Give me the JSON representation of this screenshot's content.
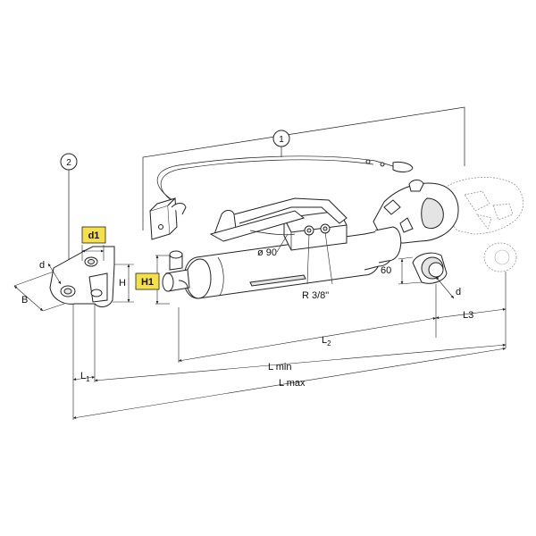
{
  "diagram": {
    "callouts": [
      "1",
      "2"
    ],
    "highlight_labels": {
      "d1": "d1",
      "H1": "H1"
    },
    "labels": {
      "d_left": "d",
      "b": "B",
      "h": "H",
      "l1_main": "L",
      "l1_sub": "1",
      "diameter": "ø 90",
      "thread": "R 3/8\"",
      "sixty": "60",
      "d_right": "d",
      "l3": "L3",
      "l2_main": "L",
      "l2_sub": "2",
      "l_min": "L min",
      "l_max": "L max"
    },
    "colors": {
      "highlight": "#f5e04a",
      "line": "#222222"
    }
  }
}
